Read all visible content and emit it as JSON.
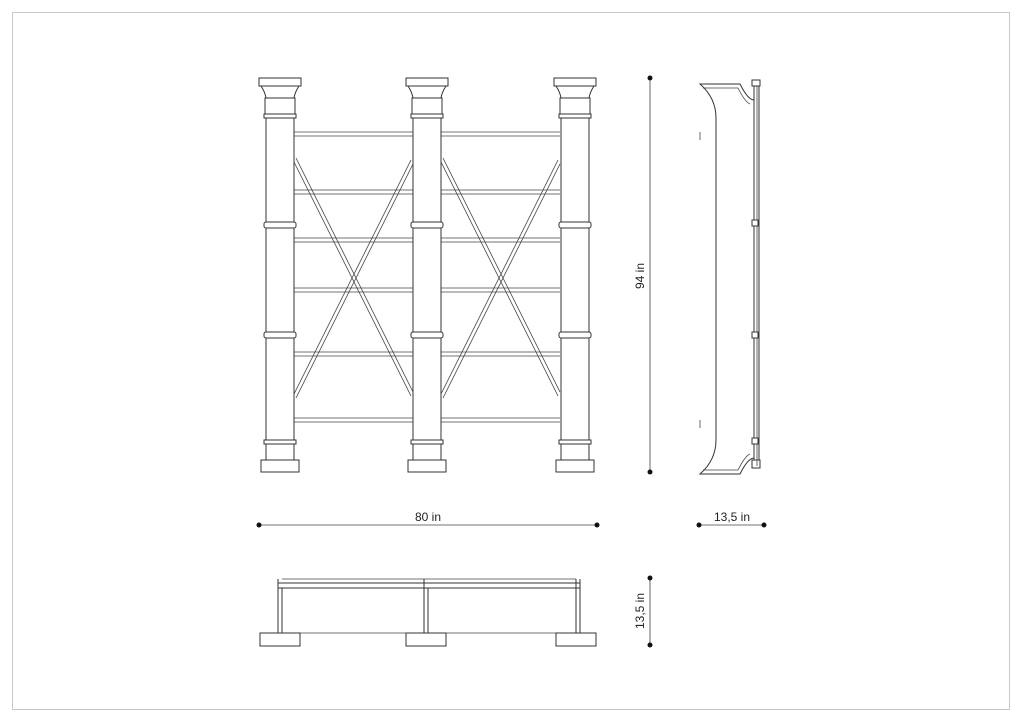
{
  "dimensions": {
    "width_front": "80 in",
    "height_front": "94 in",
    "depth_side": "13,5 in",
    "depth_top": "13,5 in"
  },
  "colors": {
    "line": "#333333",
    "frame": "#c8c8c8",
    "background": "#ffffff"
  }
}
